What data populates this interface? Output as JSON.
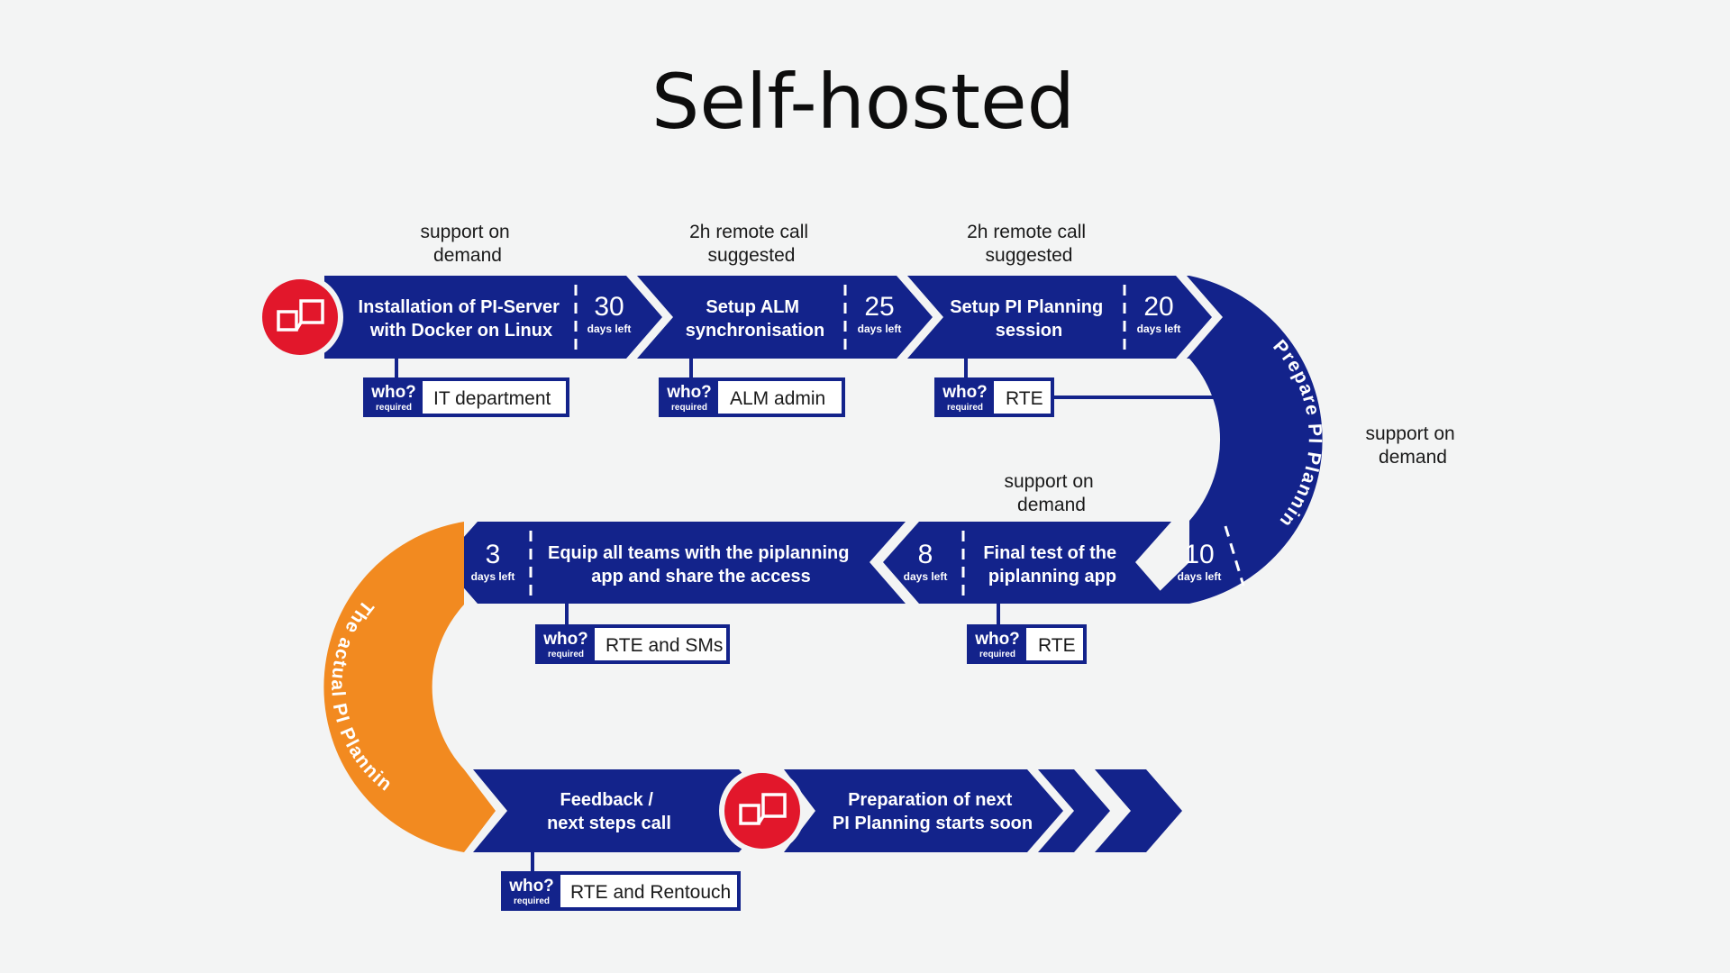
{
  "title": "Self-hosted",
  "colors": {
    "navy": "#13238b",
    "orange": "#f28a20",
    "red": "#e2172b",
    "background": "#f3f4f4"
  },
  "steps": [
    {
      "id": "install",
      "note": [
        "support on",
        "demand"
      ],
      "text": [
        "Installation of PI-Server",
        "with Docker on Linux"
      ],
      "days": "30",
      "days_label": "days left",
      "who_label": "who?",
      "who_sub": "required",
      "who_value": "IT department"
    },
    {
      "id": "alm",
      "note": [
        "2h remote call",
        "suggested"
      ],
      "text": [
        "Setup ALM",
        "synchronisation"
      ],
      "days": "25",
      "days_label": "days left",
      "who_label": "who?",
      "who_sub": "required",
      "who_value": "ALM admin"
    },
    {
      "id": "session",
      "note": [
        "2h remote call",
        "suggested"
      ],
      "text": [
        "Setup PI Planning",
        "session"
      ],
      "days": "20",
      "days_label": "days left",
      "who_label": "who?",
      "who_sub": "required",
      "who_value": "RTE"
    },
    {
      "id": "prepare",
      "note": [
        "support on",
        "demand"
      ],
      "text": [
        "Prepare  PI Planning"
      ],
      "days": "10",
      "days_label": "days left"
    },
    {
      "id": "finaltest",
      "note": [
        "support on",
        "demand"
      ],
      "text": [
        "Final test of the",
        "piplanning app"
      ],
      "days": "8",
      "days_label": "days left",
      "who_label": "who?",
      "who_sub": "required",
      "who_value": "RTE"
    },
    {
      "id": "equip",
      "text": [
        "Equip all teams with the piplanning",
        "app and share the access"
      ],
      "days": "3",
      "days_label": "days left",
      "who_label": "who?",
      "who_sub": "required",
      "who_value": "RTE and SMs"
    },
    {
      "id": "actual",
      "text": [
        "The actual  PI Planning"
      ]
    },
    {
      "id": "feedback",
      "text": [
        "Feedback /",
        "next steps call"
      ],
      "who_label": "who?",
      "who_sub": "required",
      "who_value": "RTE and Rentouch"
    },
    {
      "id": "nextpi",
      "text": [
        "Preparation of next",
        "PI Planning starts soon"
      ]
    }
  ],
  "icons": [
    "piplanning-logo-icon",
    "piplanning-logo-icon"
  ]
}
